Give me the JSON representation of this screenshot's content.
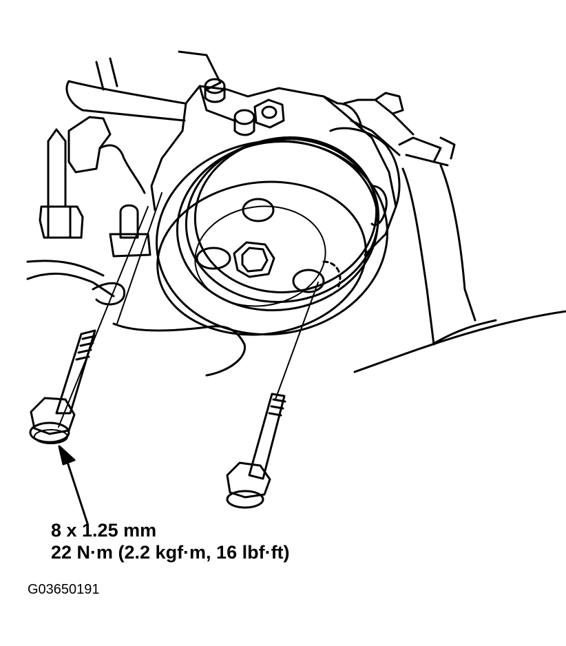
{
  "callout": {
    "bolt_size": "8 x 1.25 mm",
    "torque": "22 N·m (2.2 kgf·m, 16 lbf·ft)"
  },
  "figure_id": "G03650191"
}
